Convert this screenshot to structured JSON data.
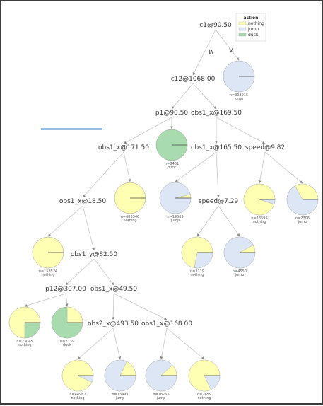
{
  "legend": {
    "title": "action",
    "items": [
      {
        "label": "nothing",
        "color": "#FFFFB3"
      },
      {
        "label": "jump",
        "color": "#DCE6F5"
      },
      {
        "label": "duck",
        "color": "#A8DCAF"
      }
    ]
  },
  "decorations": {
    "blue_line_color": "#3B82C4"
  },
  "tree": {
    "splits": {
      "root": "c1@90.50",
      "c12": "c12@1068.00",
      "p1": "p1@90.50",
      "obs1x_169": "obs1_x@169.50",
      "obs1x_171": "obs1_x@171.50",
      "obs1x_165": "obs1_x@165.50",
      "speed_982": "speed@9.82",
      "obs1x_18": "obs1_x@18.50",
      "speed_729": "speed@7.29",
      "obs1y_82": "obs1_y@82.50",
      "p12_307": "p12@307.00",
      "obs1x_49": "obs1_x@49.50",
      "obs2x_493": "obs2_x@493.50",
      "obs1x_168": "obs1_x@168.00"
    },
    "edge_labels": {
      "left": "≤",
      "right": ">"
    },
    "leaves": [
      {
        "id": "leaf_root_right",
        "n": "n=303915",
        "action": "jump",
        "dominant": "jump",
        "nothing": 0.0,
        "jump": 1.0,
        "duck": 0.0
      },
      {
        "id": "leaf_duck_8461",
        "n": "n=8461",
        "action": "duck",
        "dominant": "duck",
        "nothing": 0.0,
        "jump": 0.0,
        "duck": 1.0
      },
      {
        "id": "leaf_nothing_683346",
        "n": "n=683346",
        "action": "nothing",
        "dominant": "nothing",
        "nothing": 1.0,
        "jump": 0.0,
        "duck": 0.0
      },
      {
        "id": "leaf_jump_19569",
        "n": "n=19569",
        "action": "jump",
        "dominant": "jump",
        "nothing": 0.04,
        "jump": 0.96,
        "duck": 0.0
      },
      {
        "id": "leaf_nothing_13595",
        "n": "n=13595",
        "action": "nothing",
        "dominant": "nothing",
        "nothing": 0.95,
        "jump": 0.05,
        "duck": 0.0
      },
      {
        "id": "leaf_jump_2306",
        "n": "n=2306",
        "action": "jump",
        "dominant": "jump",
        "nothing": 0.33,
        "jump": 0.67,
        "duck": 0.0
      },
      {
        "id": "leaf_nothing_158524",
        "n": "n=158524",
        "action": "nothing",
        "dominant": "nothing",
        "nothing": 1.0,
        "jump": 0.0,
        "duck": 0.0
      },
      {
        "id": "leaf_nothing_3119",
        "n": "n=3119",
        "action": "nothing",
        "dominant": "nothing",
        "nothing": 0.72,
        "jump": 0.28,
        "duck": 0.0
      },
      {
        "id": "leaf_jump_4550",
        "n": "n=4550",
        "action": "jump",
        "dominant": "jump",
        "nothing": 0.08,
        "jump": 0.92,
        "duck": 0.0
      },
      {
        "id": "leaf_nothing_23045",
        "n": "n=23045",
        "action": "nothing",
        "dominant": "nothing",
        "nothing": 0.75,
        "jump": 0.0,
        "duck": 0.25
      },
      {
        "id": "leaf_duck_2739",
        "n": "n=2739",
        "action": "duck",
        "dominant": "duck",
        "nothing": 0.25,
        "jump": 0.0,
        "duck": 0.75
      },
      {
        "id": "leaf_nothing_44962",
        "n": "n=44962",
        "action": "nothing",
        "dominant": "nothing",
        "nothing": 0.93,
        "jump": 0.07,
        "duck": 0.0
      },
      {
        "id": "leaf_jump_13497",
        "n": "n=13497",
        "action": "jump",
        "dominant": "jump",
        "nothing": 0.18,
        "jump": 0.82,
        "duck": 0.0
      },
      {
        "id": "leaf_jump_18765",
        "n": "n=18765",
        "action": "jump",
        "dominant": "jump",
        "nothing": 0.12,
        "jump": 0.88,
        "duck": 0.0
      },
      {
        "id": "leaf_nothing_2659",
        "n": "n=2659",
        "action": "nothing",
        "dominant": "nothing",
        "nothing": 0.82,
        "jump": 0.18,
        "duck": 0.0
      }
    ]
  }
}
